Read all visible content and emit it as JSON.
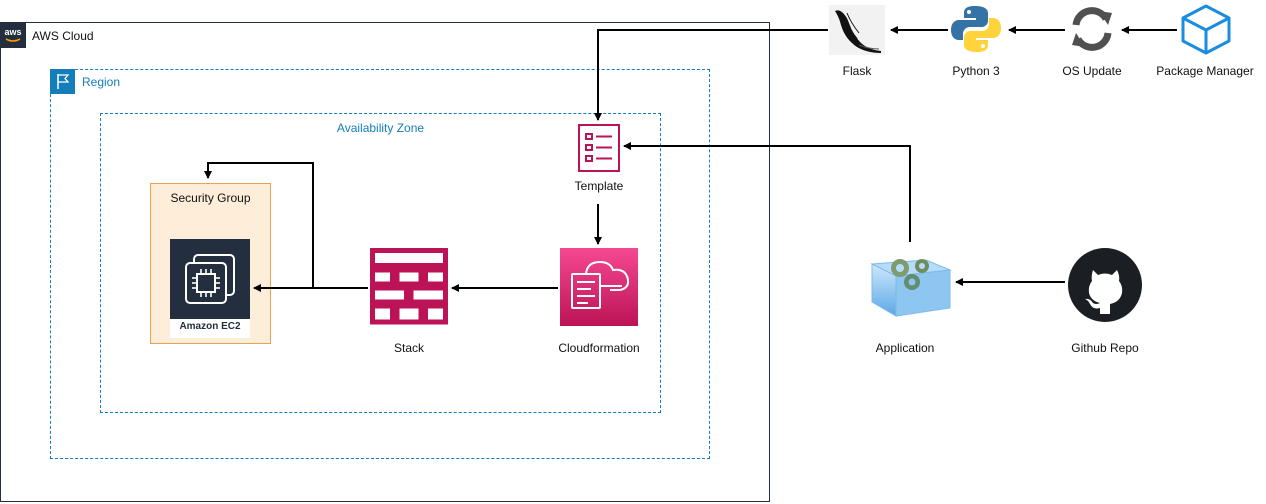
{
  "diagram": {
    "aws_cloud": {
      "label": "AWS Cloud"
    },
    "region": {
      "label": "Region"
    },
    "availability_zone": {
      "label": "Availability Zone"
    },
    "security_group": {
      "label": "Security Group"
    },
    "nodes": {
      "ec2": {
        "label": "Amazon EC2",
        "icon": "ec2-instance-icon"
      },
      "stack": {
        "label": "Stack",
        "icon": "stack-icon"
      },
      "cloudformation": {
        "label": "Cloudformation",
        "icon": "cloudformation-icon"
      },
      "template": {
        "label": "Template",
        "icon": "template-icon"
      },
      "flask": {
        "label": "Flask",
        "icon": "flask-icon"
      },
      "python": {
        "label": "Python 3",
        "icon": "python-icon"
      },
      "os_update": {
        "label": "OS Update",
        "icon": "sync-icon"
      },
      "package_manager": {
        "label": "Package Manager",
        "icon": "package-icon"
      },
      "application": {
        "label": "Application",
        "icon": "application-icon"
      },
      "github": {
        "label": "Github Repo",
        "icon": "github-icon"
      }
    },
    "edges": [
      {
        "from": "package_manager",
        "to": "os_update"
      },
      {
        "from": "os_update",
        "to": "python"
      },
      {
        "from": "python",
        "to": "flask"
      },
      {
        "from": "flask",
        "to": "template"
      },
      {
        "from": "application",
        "to": "template"
      },
      {
        "from": "github",
        "to": "application"
      },
      {
        "from": "template",
        "to": "cloudformation"
      },
      {
        "from": "cloudformation",
        "to": "stack"
      },
      {
        "from": "stack",
        "to": "ec2"
      },
      {
        "from": "stack",
        "to": "security_group"
      }
    ],
    "colors": {
      "aws_dark": "#232f3e",
      "group_blue": "#147eba",
      "security_group_fill": "#fdedd9",
      "security_group_border": "#e5a450",
      "management_pink": "#bc1356",
      "cloudformation_gradient_top": "#f54992",
      "cloudformation_gradient_bottom": "#bc1356",
      "devtools_blue": "#1a8de0",
      "python_blue": "#3572a5",
      "python_yellow": "#ffd43b"
    }
  }
}
